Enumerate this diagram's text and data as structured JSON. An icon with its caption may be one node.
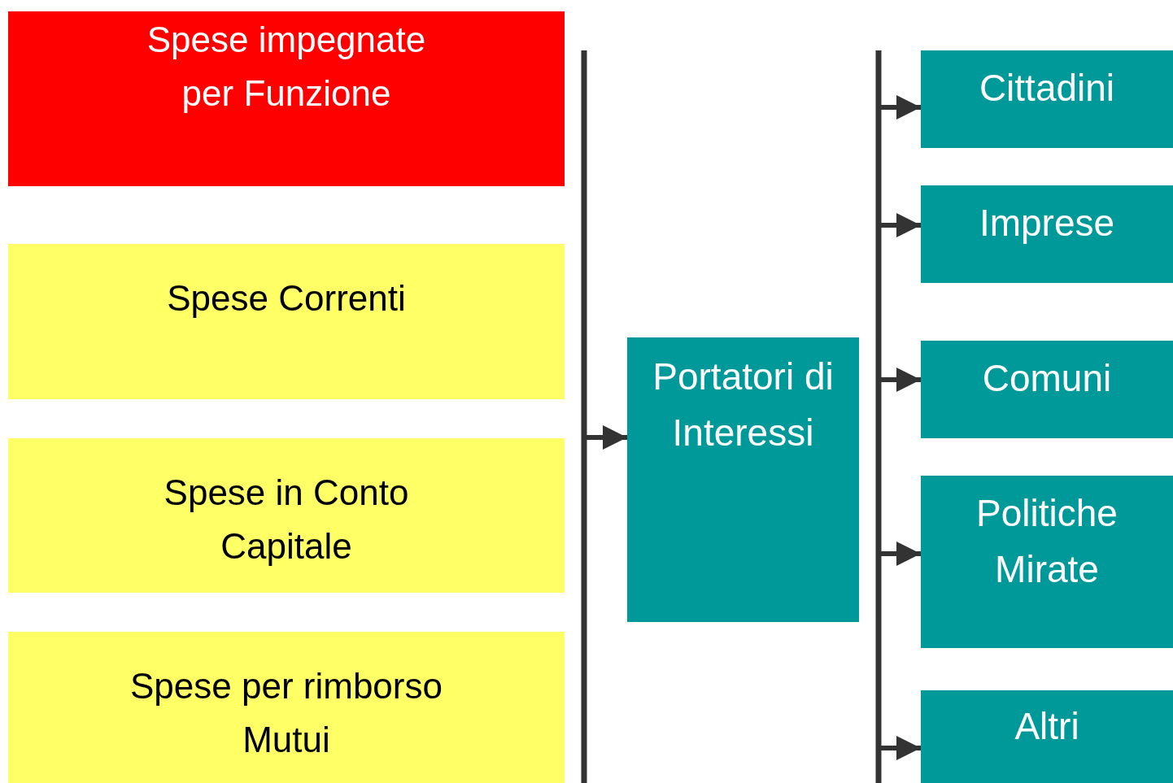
{
  "diagram": {
    "nodes": [
      {
        "text": [
          "Spese impegnate per Funzione"
        ]
      },
      {
        "text": [
          "Spese Correnti"
        ]
      },
      {
        "text": [
          "Spese in Conto Capitale"
        ]
      },
      {
        "text": [
          "Spese per rimborso Mutui"
        ]
      },
      {
        "text": [
          "Portatori di Interessi"
        ]
      },
      {
        "text": [
          "Cittadini"
        ]
      },
      {
        "text": [
          "Imprese"
        ]
      },
      {
        "text": [
          "Comuni"
        ]
      },
      {
        "text": [
          "Politiche Mirate"
        ]
      },
      {
        "text": [
          "Altri"
        ]
      }
    ],
    "edges": [
      {
        "from": null,
        "to": 4,
        "arrow": "to"
      },
      {
        "from": null,
        "to": 5,
        "arrow": "to"
      },
      {
        "from": null,
        "to": 6,
        "arrow": "to"
      },
      {
        "from": null,
        "to": 7,
        "arrow": "to"
      },
      {
        "from": null,
        "to": 8,
        "arrow": "to"
      },
      {
        "from": null,
        "to": 9,
        "arrow": "to"
      }
    ]
  }
}
